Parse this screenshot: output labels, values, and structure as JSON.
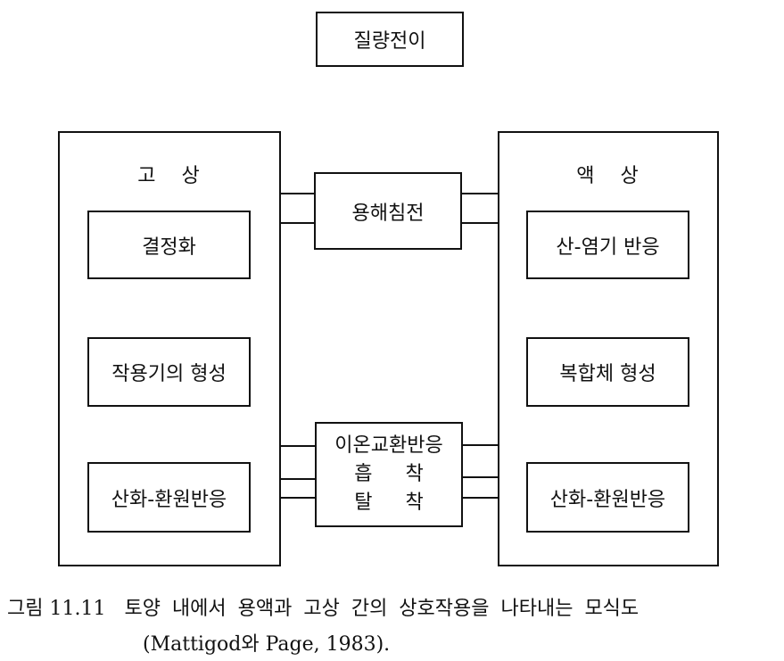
{
  "top_box": "질량전이",
  "solid_phase": {
    "title": "고 상",
    "items": [
      "결정화",
      "작용기의 형성",
      "산화-환원반응"
    ]
  },
  "liquid_phase": {
    "title": "액 상",
    "items": [
      "산-염기 반응",
      "복합체 형성",
      "산화-환원반응"
    ]
  },
  "middle_top": "용해침전",
  "middle_bottom": [
    "이온교환반응",
    "흡 착",
    "탈 착"
  ],
  "caption": {
    "label": "그림 11.11",
    "text": "토양 내에서 용액과 고상 간의 상호작용을 나타내는 모식도",
    "source": "(Mattigod와 Page, 1983)."
  }
}
